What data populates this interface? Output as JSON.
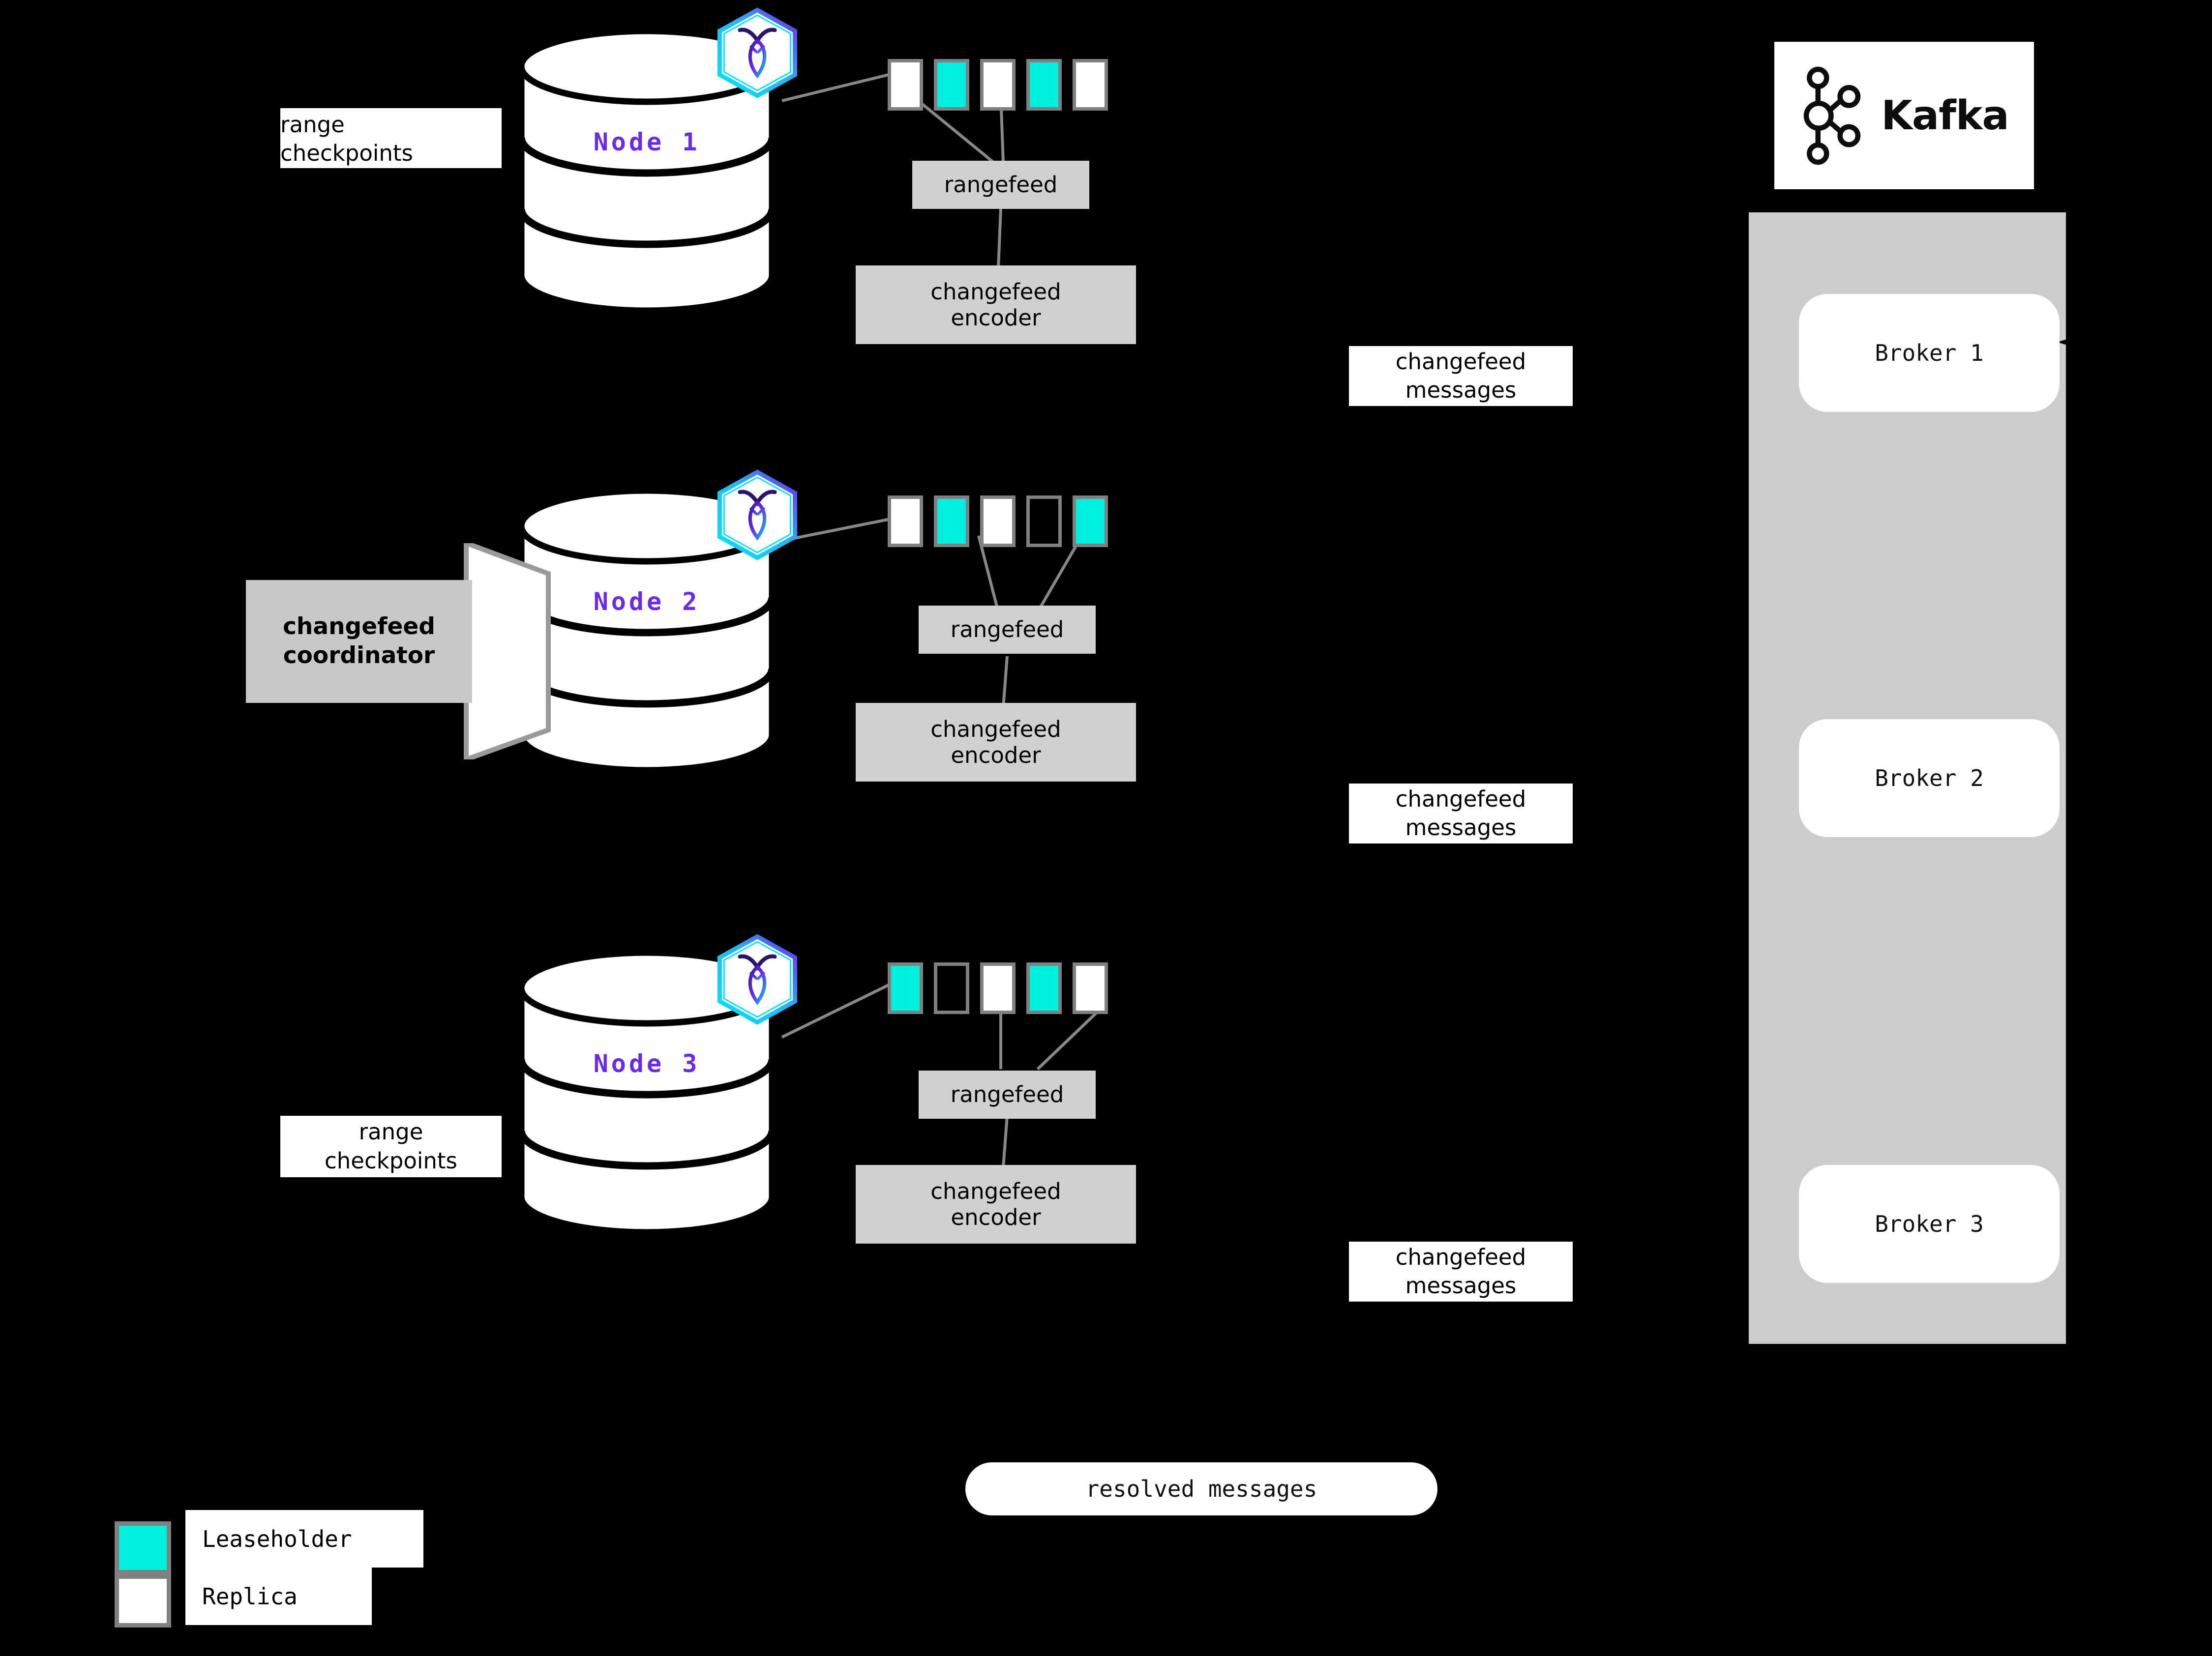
{
  "background_color": "#000000",
  "accent_color": "#6a28f5",
  "leaseholder_color": "#00f0e0",
  "replica_color": "#ffffff",
  "process_box_color": "#d0d0d0",
  "kafka_panel_color": "#cccccc",
  "nodes": [
    {
      "id": "node-1",
      "label": "Node 1",
      "logo_icon": "cockroachdb-hex-icon",
      "ranges": [
        "replica",
        "leaseholder",
        "replica",
        "leaseholder",
        "replica"
      ],
      "rangefeed_label": "rangefeed",
      "encoder_label": "changefeed\nencoder",
      "encoder_line1": "changefeed",
      "encoder_line2": "encoder",
      "checkpoint_label_line1": "range",
      "checkpoint_label_line2": "checkpoints"
    },
    {
      "id": "node-2",
      "label": "Node 2",
      "logo_icon": "cockroachdb-hex-icon",
      "ranges": [
        "replica",
        "leaseholder",
        "replica",
        "empty",
        "leaseholder"
      ],
      "rangefeed_label": "rangefeed",
      "encoder_label": "changefeed\nencoder",
      "encoder_line1": "changefeed",
      "encoder_line2": "encoder",
      "coordinator_line1": "changefeed",
      "coordinator_line2": "coordinator"
    },
    {
      "id": "node-3",
      "label": "Node 3",
      "logo_icon": "cockroachdb-hex-icon",
      "ranges": [
        "leaseholder",
        "empty",
        "replica",
        "leaseholder",
        "replica"
      ],
      "rangefeed_label": "rangefeed",
      "encoder_label": "changefeed\nencoder",
      "encoder_line1": "changefeed",
      "encoder_line2": "encoder",
      "checkpoint_label_line1": "range",
      "checkpoint_label_line2": "checkpoints"
    }
  ],
  "changefeed_messages": [
    {
      "line1": "changefeed",
      "line2": "messages"
    },
    {
      "line1": "changefeed",
      "line2": "messages"
    },
    {
      "line1": "changefeed",
      "line2": "messages"
    }
  ],
  "kafka": {
    "wordmark": "Kafka",
    "logo_icon": "kafka-logo-icon",
    "brokers": [
      {
        "label": "Broker 1"
      },
      {
        "label": "Broker 2"
      },
      {
        "label": "Broker 3"
      }
    ]
  },
  "resolved_messages_label": "resolved messages",
  "legend": {
    "items": [
      {
        "swatch": "leaseholder",
        "label": "Leaseholder"
      },
      {
        "swatch": "replica",
        "label": "Replica"
      }
    ]
  }
}
